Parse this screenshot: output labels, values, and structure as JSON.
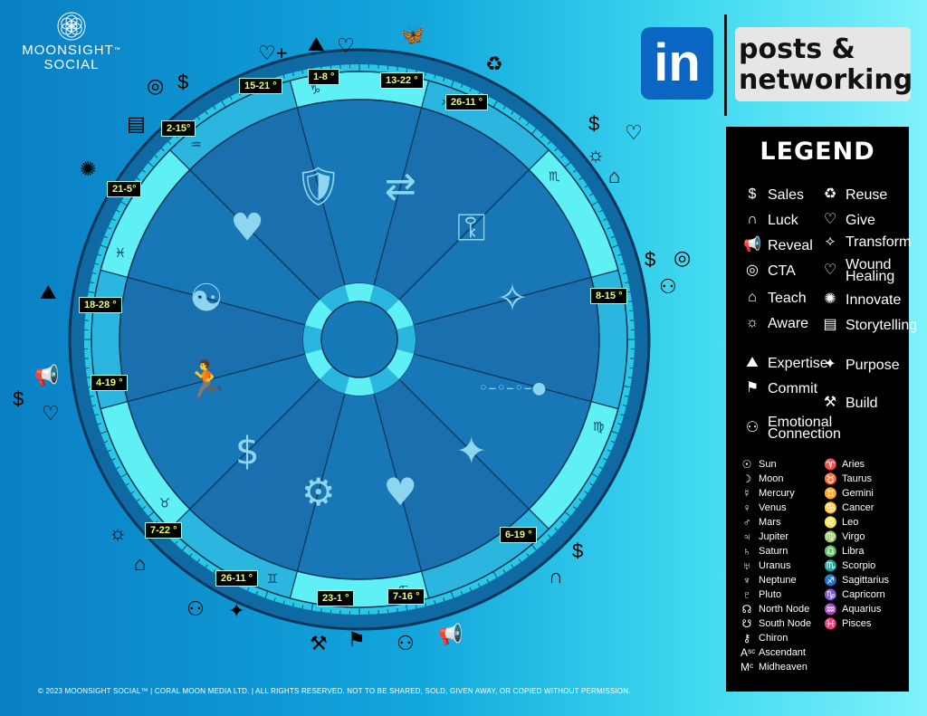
{
  "brand": {
    "line1": "MOONSIGHT",
    "line2": "SOCIAL",
    "trademark": "™"
  },
  "header": {
    "logo_text": "in",
    "title_line1": "posts &",
    "title_line2": "networking"
  },
  "legend": {
    "title": "LEGEND",
    "icons": [
      {
        "label": "Sales",
        "icon": "dollar-icon"
      },
      {
        "label": "Reuse",
        "icon": "recycle-icon"
      },
      {
        "label": "Luck",
        "icon": "horseshoe-icon"
      },
      {
        "label": "Give",
        "icon": "give-icon"
      },
      {
        "label": "Reveal",
        "icon": "megaphone-icon"
      },
      {
        "label": "Transform",
        "icon": "butterfly-icon"
      },
      {
        "label": "CTA",
        "icon": "target-icon"
      },
      {
        "label": "Wound Healing",
        "icon": "heart-plus-icon"
      },
      {
        "label": "Teach",
        "icon": "teacher-icon"
      },
      {
        "label": "Innovate",
        "icon": "lightbulb-icon"
      },
      {
        "label": "Aware",
        "icon": "sun-icon"
      },
      {
        "label": "Storytelling",
        "icon": "book-icon"
      },
      {
        "label": "Expertise",
        "icon": "summit-icon"
      },
      {
        "label": "Purpose",
        "icon": "purpose-icon"
      },
      {
        "label": "Commit",
        "icon": "commit-icon"
      },
      {
        "label": "Build",
        "icon": "hammers-icon"
      },
      {
        "label": "Emotional Connection",
        "icon": "emotional-connection-icon"
      }
    ],
    "planets": [
      {
        "glyph": "☉",
        "label": "Sun"
      },
      {
        "glyph": "☽",
        "label": "Moon"
      },
      {
        "glyph": "☿",
        "label": "Mercury"
      },
      {
        "glyph": "♀",
        "label": "Venus"
      },
      {
        "glyph": "♂",
        "label": "Mars"
      },
      {
        "glyph": "♃",
        "label": "Jupiter"
      },
      {
        "glyph": "♄",
        "label": "Saturn"
      },
      {
        "glyph": "♅",
        "label": "Uranus"
      },
      {
        "glyph": "♆",
        "label": "Neptune"
      },
      {
        "glyph": "♇",
        "label": "Pluto"
      },
      {
        "glyph": "☊",
        "label": "North Node"
      },
      {
        "glyph": "☋",
        "label": "South Node"
      },
      {
        "glyph": "⚷",
        "label": "Chiron"
      },
      {
        "glyph": "Aˢᶜ",
        "label": "Ascendant"
      },
      {
        "glyph": "Mᶜ",
        "label": "Midheaven"
      }
    ],
    "signs": [
      {
        "glyph": "♈",
        "label": "Aries"
      },
      {
        "glyph": "♉",
        "label": "Taurus"
      },
      {
        "glyph": "♊",
        "label": "Gemini"
      },
      {
        "glyph": "♋",
        "label": "Cancer"
      },
      {
        "glyph": "♌",
        "label": "Leo"
      },
      {
        "glyph": "♍",
        "label": "Virgo"
      },
      {
        "glyph": "♎",
        "label": "Libra"
      },
      {
        "glyph": "♏",
        "label": "Scorpio"
      },
      {
        "glyph": "♐",
        "label": "Sagittarius"
      },
      {
        "glyph": "♑",
        "label": "Capricorn"
      },
      {
        "glyph": "♒",
        "label": "Aquarius"
      },
      {
        "glyph": "♓",
        "label": "Pisces"
      }
    ]
  },
  "wheel": {
    "sign_glyphs": [
      "♑",
      "♐",
      "♏",
      "♎",
      "♍",
      "♌",
      "♋",
      "♊",
      "♉",
      "♈",
      "♓",
      "♒"
    ],
    "houses": [
      {
        "icon": "shield-lock-icon"
      },
      {
        "icon": "signpost-icon"
      },
      {
        "icon": "key-icon"
      },
      {
        "icon": "mind-sparkle-icon"
      },
      {
        "icon": "progress-steps-icon"
      },
      {
        "icon": "sparkles-icon"
      },
      {
        "icon": "hug-icon"
      },
      {
        "icon": "head-gear-icon"
      },
      {
        "icon": "relax-money-icon"
      },
      {
        "icon": "running-icon"
      },
      {
        "icon": "meditation-icon"
      },
      {
        "icon": "heart-hands-icon"
      }
    ],
    "degree_labels": [
      "1-8 °",
      "13-22 °",
      "26-11 °",
      "8-15 °",
      "6-19 °",
      "7-16 °",
      "23-1 °",
      "26-11 °",
      "7-22 °",
      "4-19 °",
      "18-28 °",
      "21-5°",
      "2-15°",
      "15-21 °"
    ]
  },
  "copyright": "© 2023 MOONSIGHT SOCIAL™ | CORAL MOON MEDIA LTD. | ALL RIGHTS RESERVED. NOT TO BE SHARED, SOLD, GIVEN AWAY, OR COPIED WITHOUT PERMISSION.",
  "colors": {
    "sky": "#0a7fc4",
    "wheel_ring": "#5ff0f6",
    "wheel_dark": "#1679b8",
    "label_text": "#e6ff6a",
    "legend_bg": "#000000",
    "linkedin": "#0a66c2"
  }
}
